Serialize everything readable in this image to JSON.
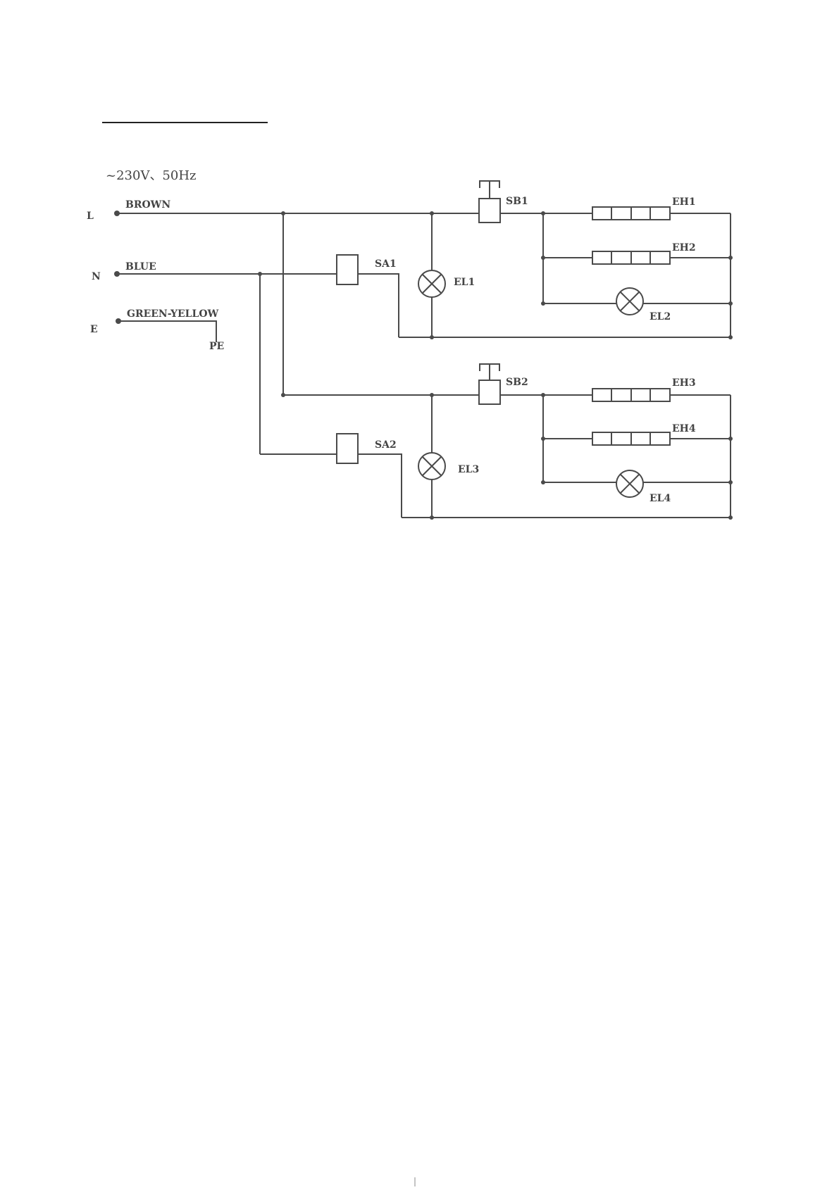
{
  "heading_underline": true,
  "supply": "~230V、50Hz",
  "terminals": [
    {
      "id": "L",
      "label": "L"
    },
    {
      "id": "N",
      "label": "N"
    },
    {
      "id": "E",
      "label": "E"
    }
  ],
  "wires": {
    "brown": "BROWN",
    "blue": "BLUE",
    "green_yellow": "GREEN-YELLOW",
    "pe": "PE"
  },
  "components": {
    "sa1": "SA1",
    "sa2": "SA2",
    "sb1": "SB1",
    "sb2": "SB2",
    "el1": "EL1",
    "el2": "EL2",
    "el3": "EL3",
    "el4": "EL4",
    "eh1": "EH1",
    "eh2": "EH2",
    "eh3": "EH3",
    "eh4": "EH4"
  },
  "colors": {
    "line": "#4a4a4a",
    "text": "#444444",
    "background": "#ffffff"
  }
}
